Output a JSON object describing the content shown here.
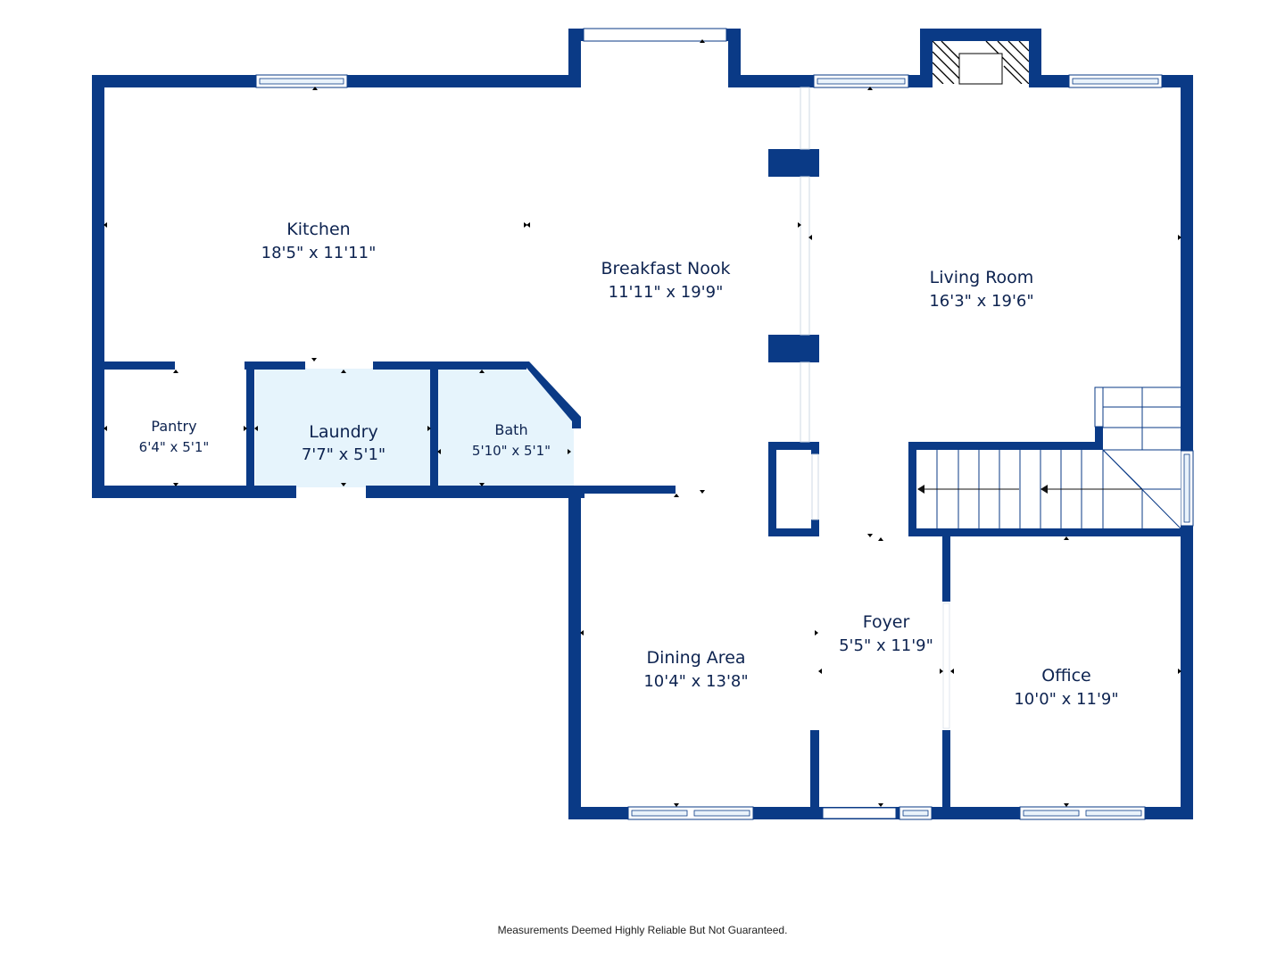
{
  "colors": {
    "wall": "#0a3a86",
    "highlight_room": "#e6f4fc",
    "text": "#0d2350"
  },
  "rooms": [
    {
      "id": "kitchen",
      "name": "Kitchen",
      "dimensions": "18'5\" x 11'11\""
    },
    {
      "id": "breakfast_nook",
      "name": "Breakfast Nook",
      "dimensions": "11'11\" x 19'9\""
    },
    {
      "id": "living_room",
      "name": "Living Room",
      "dimensions": "16'3\" x 19'6\""
    },
    {
      "id": "pantry",
      "name": "Pantry",
      "dimensions": "6'4\" x 5'1\""
    },
    {
      "id": "laundry",
      "name": "Laundry",
      "dimensions": "7'7\" x 5'1\""
    },
    {
      "id": "bath",
      "name": "Bath",
      "dimensions": "5'10\" x 5'1\""
    },
    {
      "id": "dining_area",
      "name": "Dining Area",
      "dimensions": "10'4\" x 13'8\""
    },
    {
      "id": "foyer",
      "name": "Foyer",
      "dimensions": "5'5\" x 11'9\""
    },
    {
      "id": "office",
      "name": "Office",
      "dimensions": "10'0\" x 11'9\""
    }
  ],
  "disclaimer": "Measurements Deemed Highly Reliable But Not Guaranteed."
}
